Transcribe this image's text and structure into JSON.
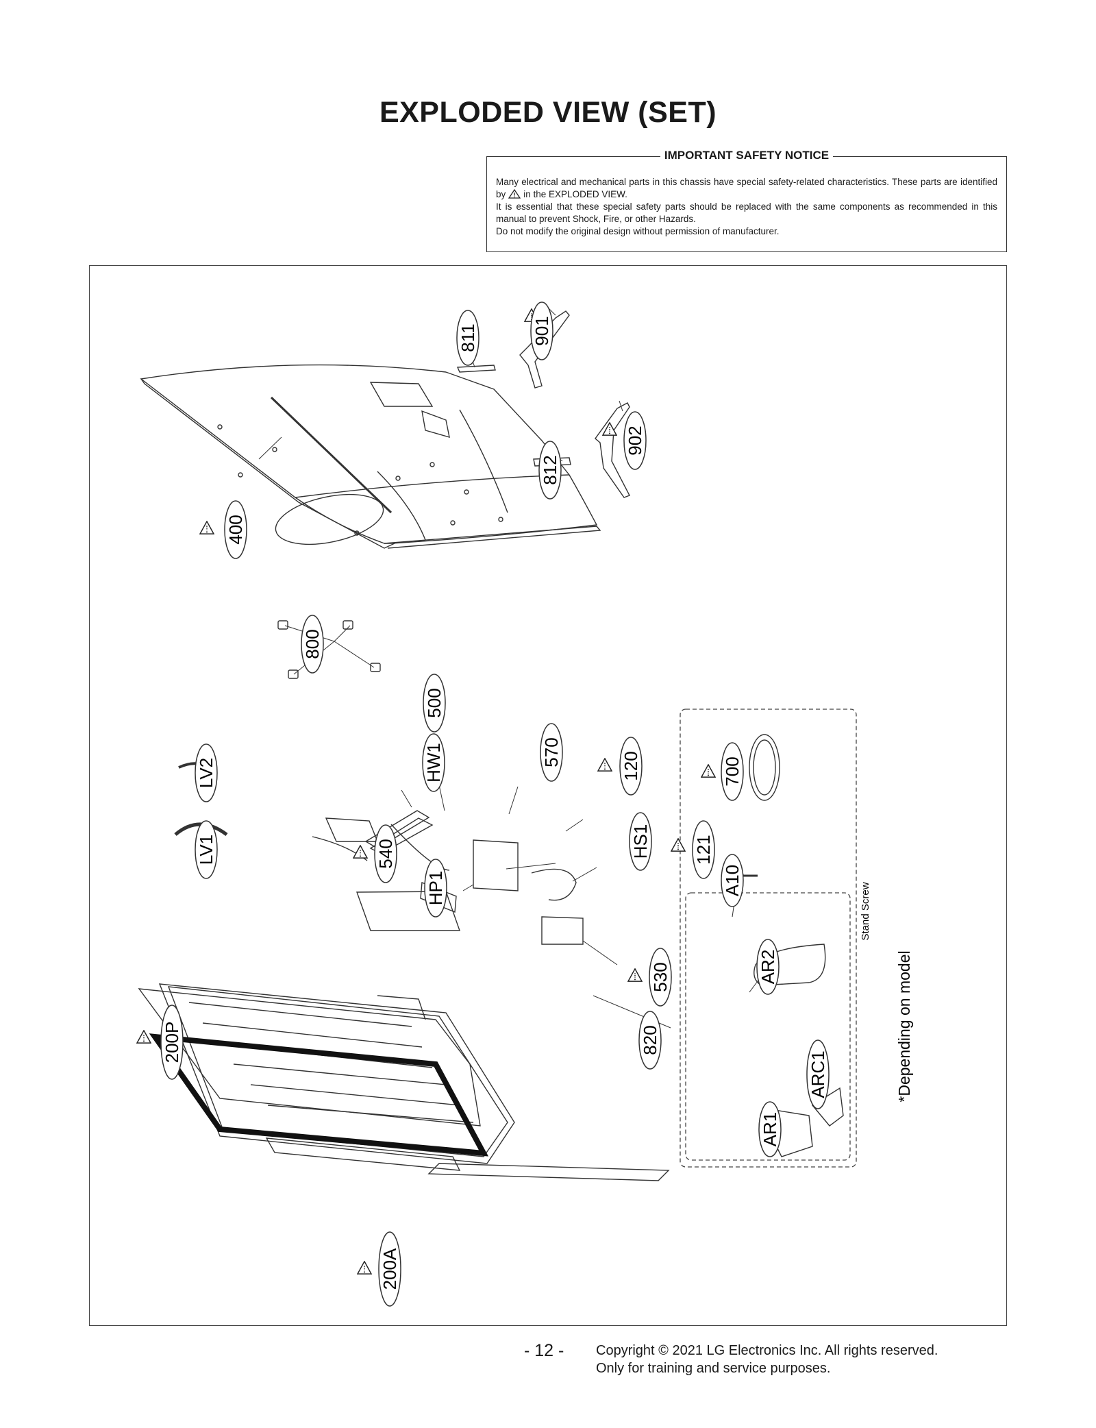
{
  "title": "EXPLODED VIEW (SET)",
  "notice": {
    "heading": "IMPORTANT SAFETY NOTICE",
    "line1": "Many electrical and mechanical parts in this chassis have special safety-related characteristics. These parts are identified by",
    "line1_end": "in the EXPLODED VIEW.",
    "line2": "It is essential that these special safety parts should be replaced with the same components as recommended in this manual to prevent Shock, Fire, or other Hazards.",
    "line3": "Do not modify the original design without permission of manufacturer."
  },
  "labels": {
    "p811": "811",
    "p901": "901",
    "p902": "902",
    "p812": "812",
    "p400": "400",
    "p800": "800",
    "p500": "500",
    "pHW1": "HW1",
    "p570": "570",
    "p120": "120",
    "pLV2": "LV2",
    "pLV1": "LV1",
    "p540": "540",
    "pHS1": "HS1",
    "p121": "121",
    "pHP1": "HP1",
    "p530": "530",
    "p820": "820",
    "p200P": "200P",
    "p200A": "200A",
    "p700": "700",
    "pA10": "A10",
    "pAR2": "AR2",
    "pARC1": "ARC1",
    "pAR1": "AR1"
  },
  "stand_screw": "Stand Screw",
  "depending": "*Depending on model",
  "page_number": "- 12 -",
  "copyright": {
    "line1": "Copyright © 2021 LG Electronics Inc. All rights reserved.",
    "line2": "Only for training and service purposes."
  }
}
